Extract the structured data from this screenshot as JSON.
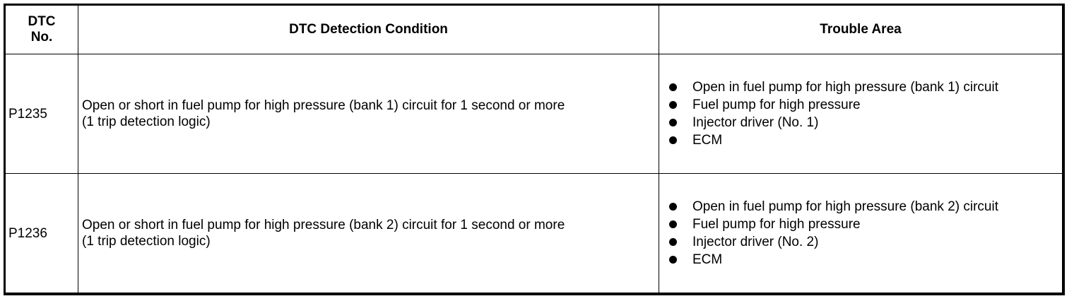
{
  "table": {
    "headers": {
      "dtc": "DTC\nNo.",
      "condition": "DTC Detection Condition",
      "area": "Trouble Area"
    },
    "rows": [
      {
        "dtc": "P1235",
        "condition": "Open or short in fuel pump for high pressure (bank 1) circuit for 1 second or more\n(1 trip detection logic)",
        "areas": [
          "Open in fuel pump for high pressure (bank 1) circuit",
          "Fuel pump for high pressure",
          "Injector driver (No. 1)",
          "ECM"
        ]
      },
      {
        "dtc": "P1236",
        "condition": "Open or short in fuel pump for high pressure (bank 2) circuit for 1 second or more\n(1 trip detection logic)",
        "areas": [
          "Open in fuel pump for high pressure (bank 2) circuit",
          "Fuel pump for high pressure",
          "Injector driver (No. 2)",
          "ECM"
        ]
      }
    ]
  }
}
